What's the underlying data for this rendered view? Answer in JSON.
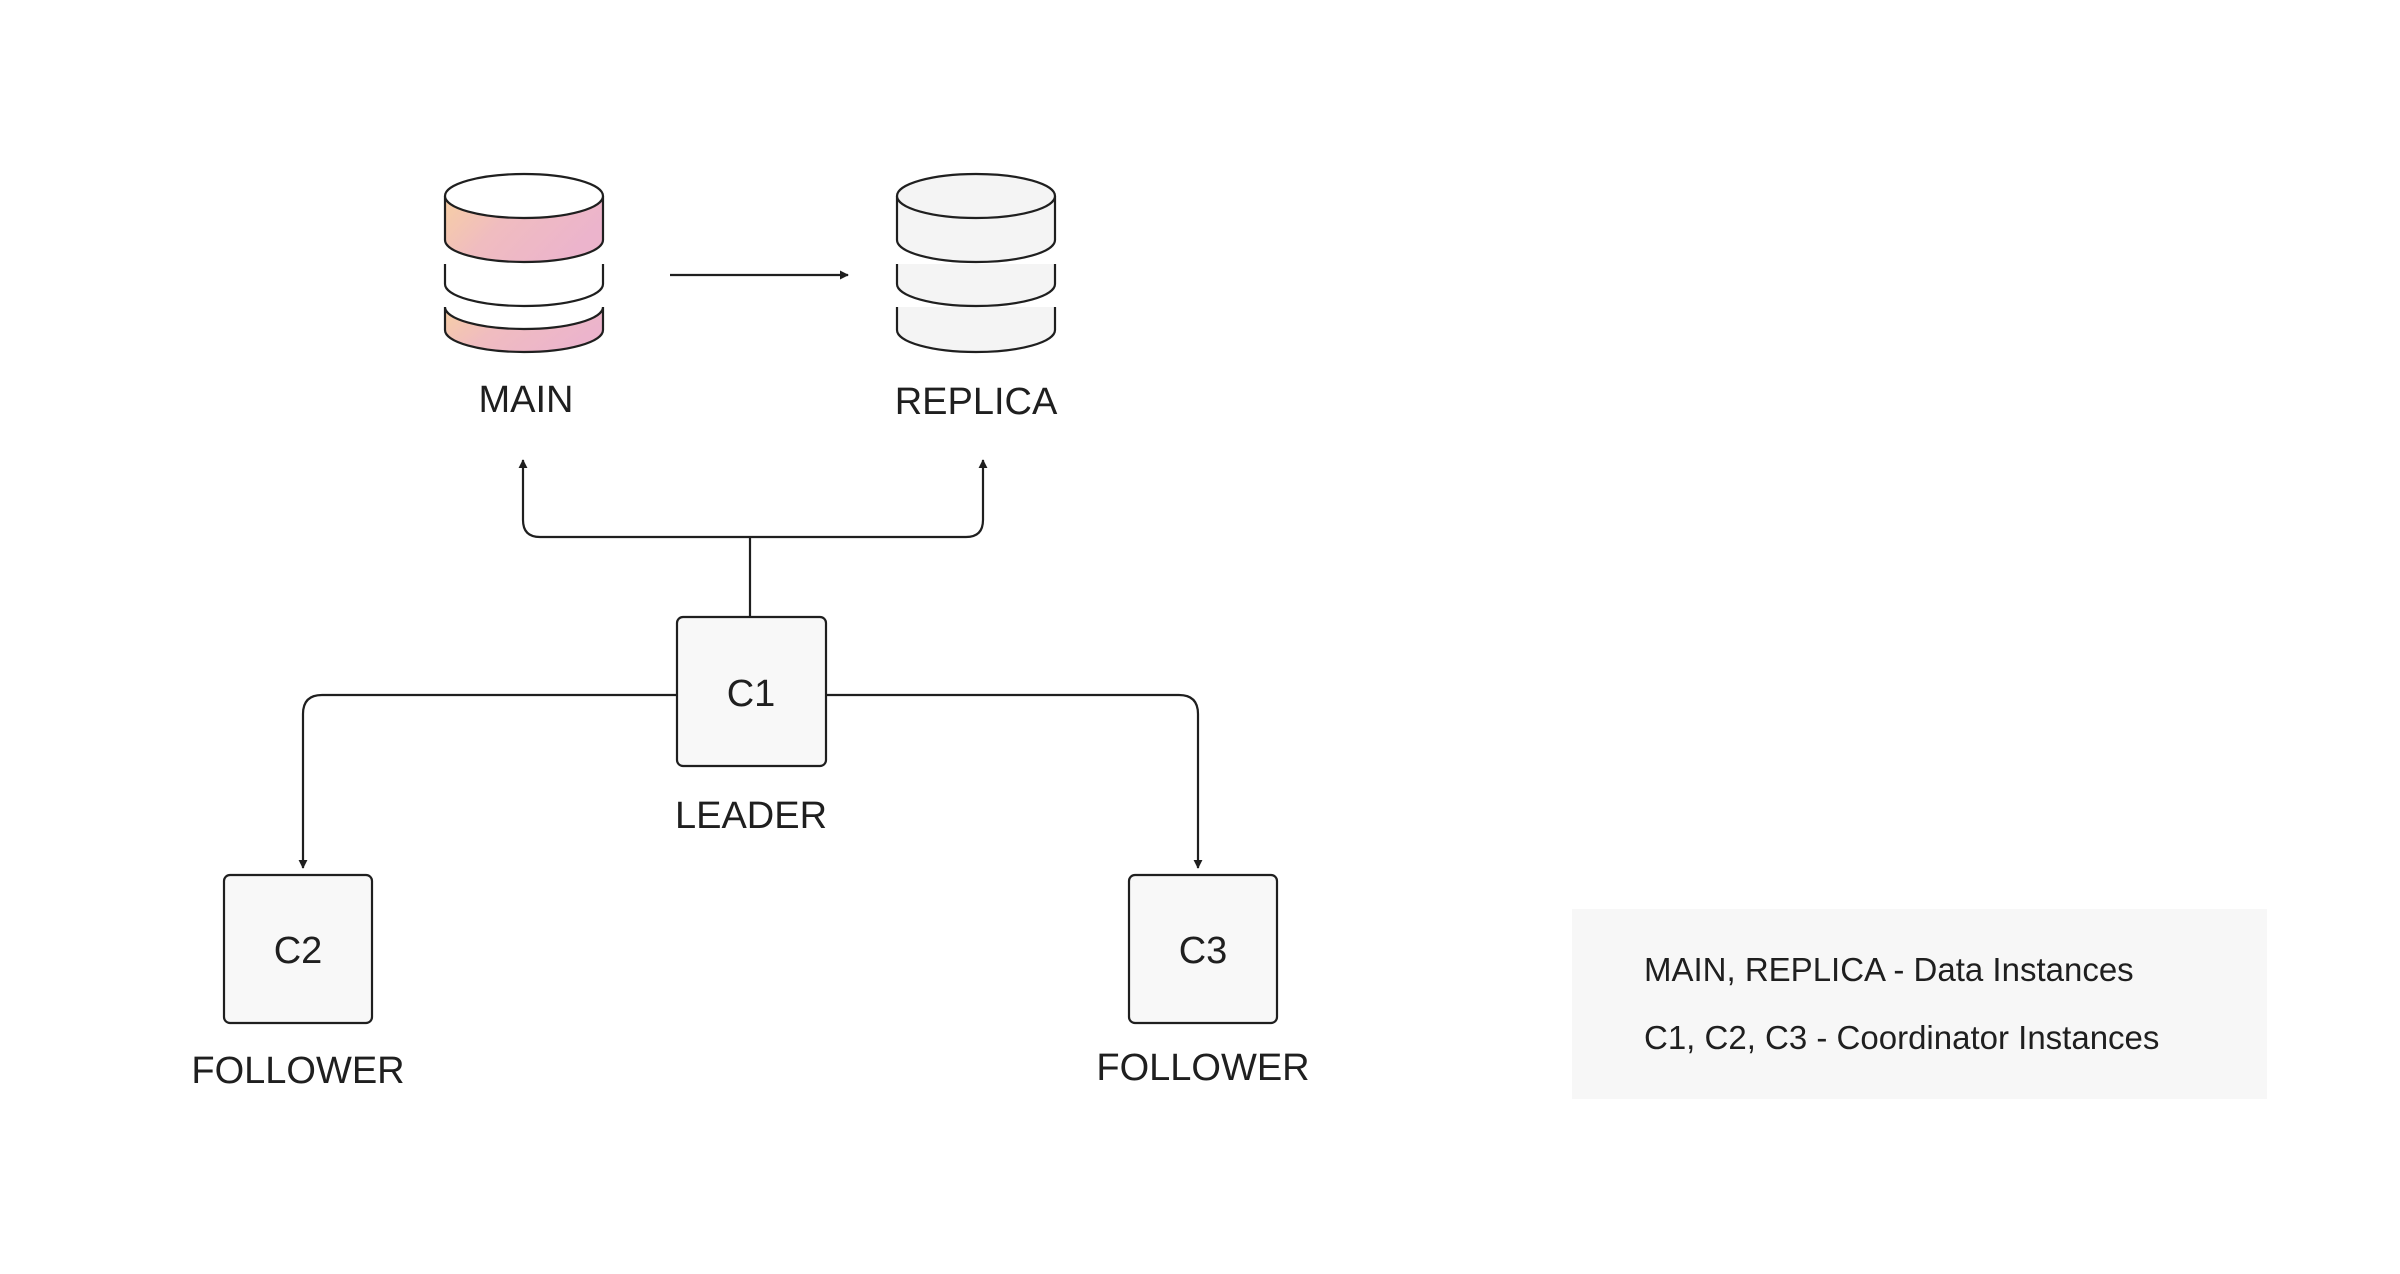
{
  "nodes": {
    "main_label": "MAIN",
    "replica_label": "REPLICA",
    "c1_name": "C1",
    "c1_role": "LEADER",
    "c2_name": "C2",
    "c2_role": "FOLLOWER",
    "c3_name": "C3",
    "c3_role": "FOLLOWER"
  },
  "legend": {
    "line1": "MAIN, REPLICA - Data Instances",
    "line2": "C1, C2, C3 - Coordinator Instances"
  },
  "colors": {
    "stroke": "#1f1f1f",
    "box_fill": "#f8f8f8",
    "legend_bg": "#f7f7f7",
    "main_gradient_start": "#f7cfa4",
    "main_gradient_end": "#ecb4cc",
    "replica_fill": "#f4f4f4"
  }
}
